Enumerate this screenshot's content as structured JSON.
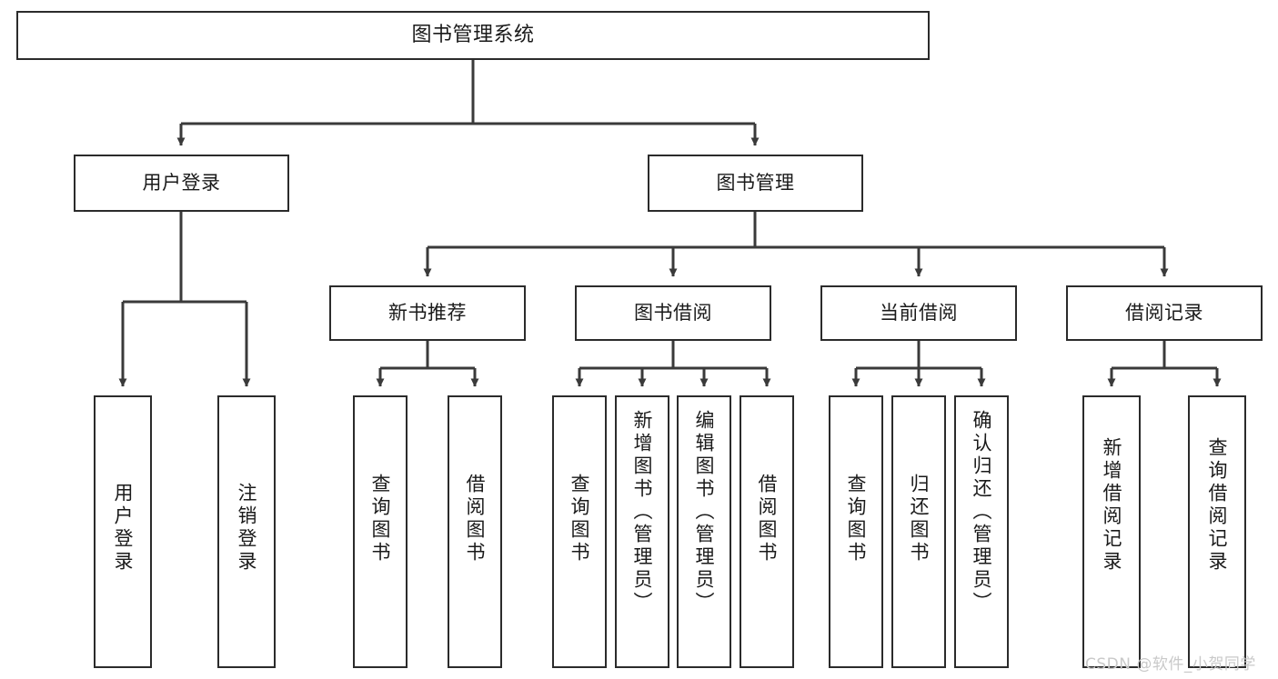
{
  "diagram": {
    "title": "图书管理系统",
    "type": "tree",
    "orientation": "top-down",
    "colors": {
      "box_border": "#2b2b2b",
      "box_fill": "#ffffff",
      "edge": "#3a3a3a",
      "text": "#1a1a1a",
      "watermark": "#c9c9c9"
    }
  },
  "nodes": {
    "root": {
      "label": "图书管理系统"
    },
    "level2": [
      {
        "id": "user-login",
        "label": "用户登录"
      },
      {
        "id": "book-manage",
        "label": "图书管理"
      }
    ],
    "level3": [
      {
        "id": "new-book-recommend",
        "label": "新书推荐"
      },
      {
        "id": "book-borrow",
        "label": "图书借阅"
      },
      {
        "id": "current-borrow",
        "label": "当前借阅"
      },
      {
        "id": "borrow-record",
        "label": "借阅记录"
      }
    ],
    "leaves": {
      "user_login": [
        {
          "id": "leaf-user-login",
          "label": "用户登录"
        },
        {
          "id": "leaf-logout-login",
          "label": "注销登录"
        }
      ],
      "new_book_recommend": [
        {
          "id": "leaf-query-book-1",
          "label": "查询图书"
        },
        {
          "id": "leaf-borrow-book-1",
          "label": "借阅图书"
        }
      ],
      "book_borrow": [
        {
          "id": "leaf-query-book-2",
          "label": "查询图书"
        },
        {
          "id": "leaf-add-book",
          "label": "新增图书（管理员）"
        },
        {
          "id": "leaf-edit-book",
          "label": "编辑图书（管理员）"
        },
        {
          "id": "leaf-borrow-book-2",
          "label": "借阅图书"
        }
      ],
      "current_borrow": [
        {
          "id": "leaf-query-book-3",
          "label": "查询图书"
        },
        {
          "id": "leaf-return-book",
          "label": "归还图书"
        },
        {
          "id": "leaf-confirm-return",
          "label": "确认归还（管理员）"
        }
      ],
      "borrow_record": [
        {
          "id": "leaf-add-record",
          "label": "新增借阅记录"
        },
        {
          "id": "leaf-query-record",
          "label": "查询借阅记录"
        }
      ]
    }
  },
  "watermark": {
    "text": "CSDN @软件_小贺同学"
  }
}
